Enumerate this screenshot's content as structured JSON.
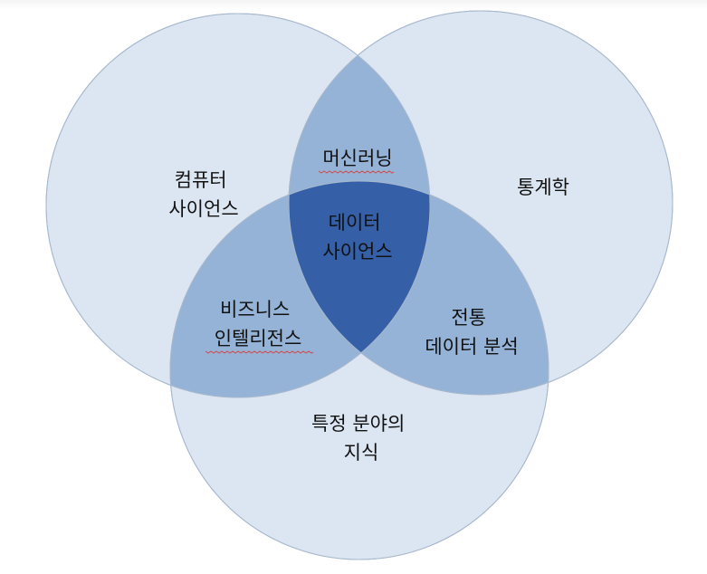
{
  "venn": {
    "circles": {
      "computer_science": [
        "컴퓨터",
        "사이언스"
      ],
      "statistics": [
        "통계학"
      ],
      "domain_knowledge": [
        "특정 분야의",
        "지식"
      ]
    },
    "intersections": {
      "cs_and_stats": [
        "머신러닝"
      ],
      "cs_and_domain": [
        "비즈니스",
        "인텔리전스"
      ],
      "stats_and_domain": [
        "전통",
        "데이터 분석"
      ],
      "all_three": [
        "데이터",
        "사이언스"
      ]
    },
    "colors": {
      "single": "#dce6f2",
      "double": "#95b3d7",
      "triple": "#3560a8",
      "outline": "#a8b8cc"
    }
  }
}
